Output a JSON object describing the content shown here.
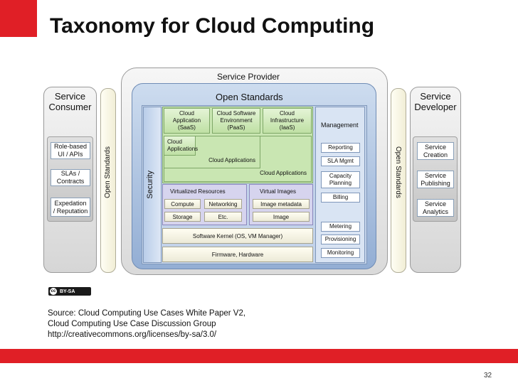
{
  "title": "Taxonomy for Cloud Computing",
  "consumer": {
    "title_line1": "Service",
    "title_line2": "Consumer",
    "items": [
      "Role-based\nUI / APIs",
      "SLAs /\nContracts",
      "Expedation\n/ Reputation"
    ]
  },
  "developer": {
    "title_line1": "Service",
    "title_line2": "Developer",
    "items": [
      "Service\nCreation",
      "Service\nPublishing",
      "Service\nAnalytics"
    ]
  },
  "open_standards_left": "Open Standards",
  "open_standards_right": "Open Standards",
  "provider": {
    "title": "Service Provider",
    "open_standards": "Open Standards",
    "security": "Security",
    "saas": "Cloud\nApplication\n(SaaS)",
    "paas": "Cloud Software\nEnvironment\n(PaaS)",
    "iaas": "Cloud\nInfrastructure\n(IaaS)",
    "cloud_applications_small": "Cloud\nApplications",
    "cloud_applications_mid": "Cloud Applications",
    "cloud_applications_wide": "Cloud Applications",
    "virtualized_resources": "Virtualized Resources",
    "virtual_images": "Virtual Images",
    "compute": "Compute",
    "networking": "Networking",
    "storage": "Storage",
    "etc": "Etc.",
    "image_metadata": "Image metadata",
    "image": "Image",
    "software_kernel": "Software Kernel (OS, VM Manager)",
    "firmware": "Firmware, Hardware",
    "management": "Management",
    "mgmt_items": [
      "Reporting",
      "SLA Mgmt",
      "Capacity\nPlanning",
      "Billing",
      "Metering",
      "Provisioning",
      "Monitoring"
    ]
  },
  "license_badge": "BY-SA",
  "cc_mark": "cc",
  "source_lines": [
    "Source: Cloud Computing Use Cases White Paper V2,",
    "Cloud Computing Use Case Discussion Group",
    "http://creativecommons.org/licenses/by-sa/3.0/"
  ],
  "slide_number": "32",
  "colors": {
    "brand_red": "#e01f26"
  }
}
